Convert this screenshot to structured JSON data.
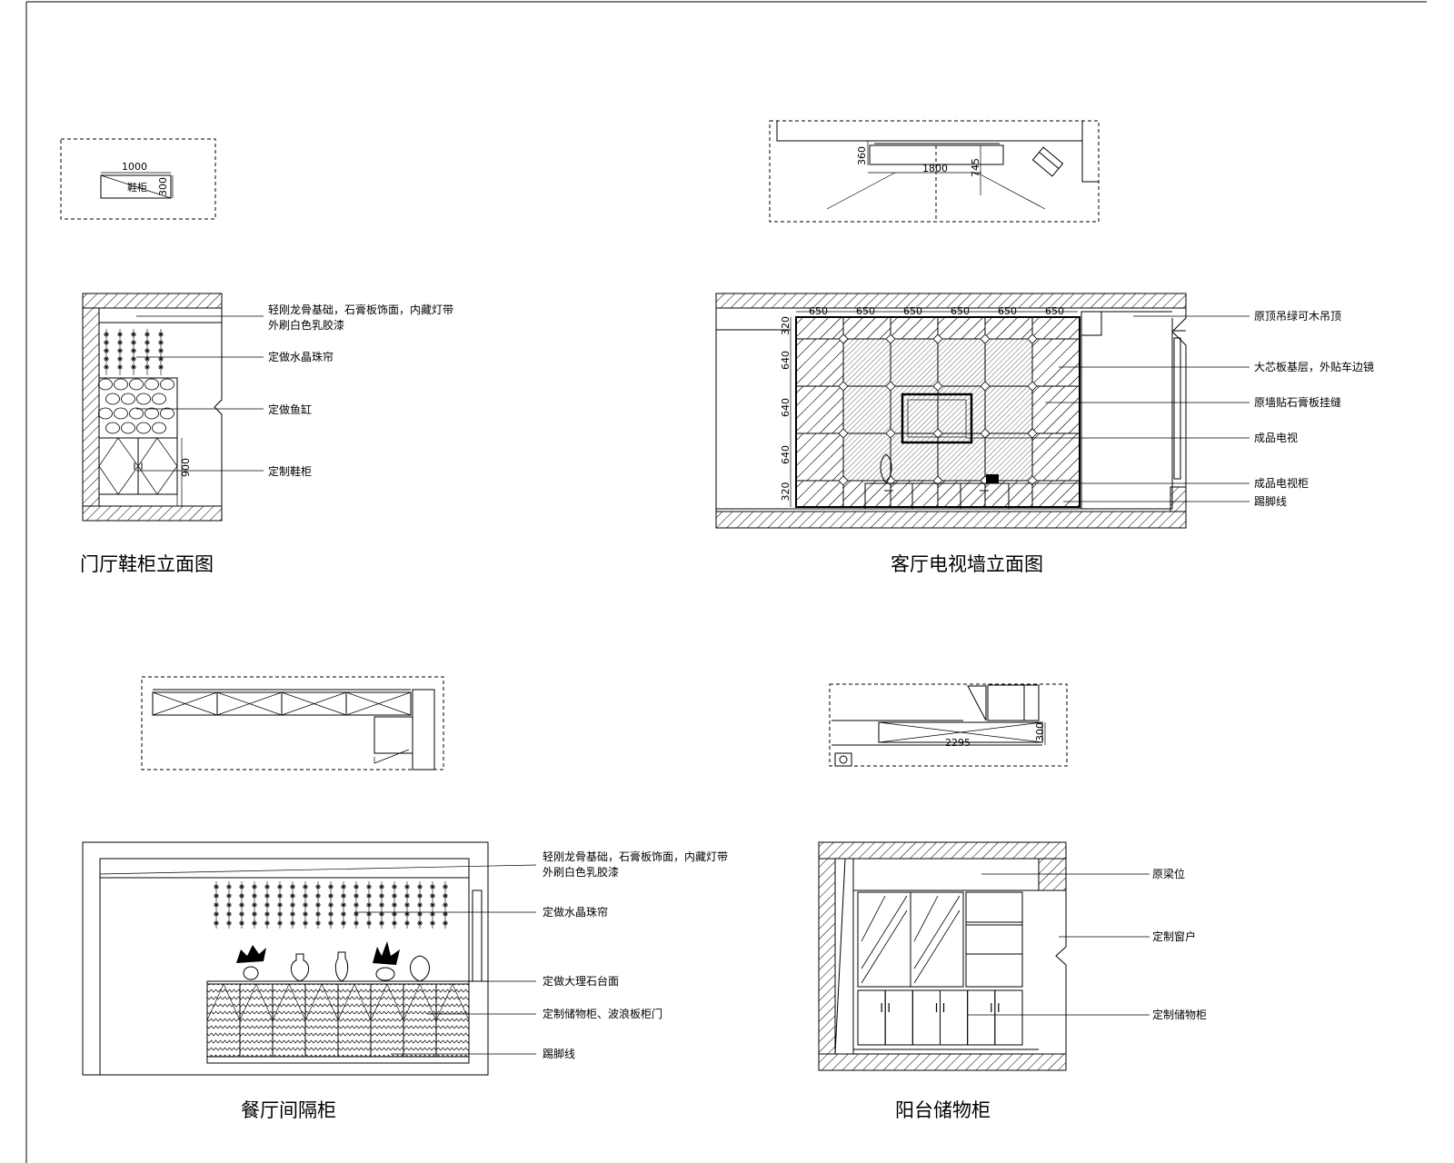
{
  "titles": {
    "entry": "门厅鞋柜立面图",
    "tv": "客厅电视墙立面图",
    "dining": "餐厅间隔柜",
    "balcony": "阳台储物柜"
  },
  "entry_plan": {
    "width_dim": "1000",
    "depth_dim": "300",
    "label": "鞋柜"
  },
  "tv_plan": {
    "dim_left": "360",
    "dim_width": "1800",
    "dim_right": "745"
  },
  "balcony_plan": {
    "dim_width": "2295",
    "dim_depth": "300"
  },
  "entry_notes": [
    "轻刚龙骨基础，石膏板饰面，内藏灯带",
    "外刷白色乳胶漆",
    "定做水晶珠帘",
    "定做鱼缸",
    "定制鞋柜"
  ],
  "entry_dim_height": "900",
  "tv_top_dims": [
    "650",
    "650",
    "650",
    "650",
    "650",
    "650"
  ],
  "tv_side_dims": [
    "320",
    "640",
    "640",
    "640",
    "320"
  ],
  "tv_notes": [
    "原顶吊绿可木吊顶",
    "大芯板基层，外贴车边镜",
    "原墙贴石膏板挂缝",
    "成品电视",
    "成品电视柜",
    "踢脚线"
  ],
  "dining_notes": [
    "轻刚龙骨基础，石膏板饰面，内藏灯带",
    "外刷白色乳胶漆",
    "定做水晶珠帘",
    "定做大理石台面",
    "定制储物柜、波浪板柜门",
    "踢脚线"
  ],
  "balcony_notes": [
    "原梁位",
    "定制窗户",
    "定制储物柜"
  ]
}
